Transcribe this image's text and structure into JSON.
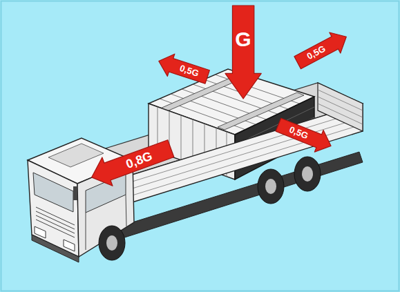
{
  "diagram": {
    "nodes": [
      {
        "text": [
          "G"
        ]
      },
      {
        "text": [
          "0,5G"
        ]
      },
      {
        "text": [
          "0,5G"
        ]
      },
      {
        "text": [
          "0,8G"
        ]
      },
      {
        "text": [
          "0,5G"
        ]
      }
    ]
  }
}
